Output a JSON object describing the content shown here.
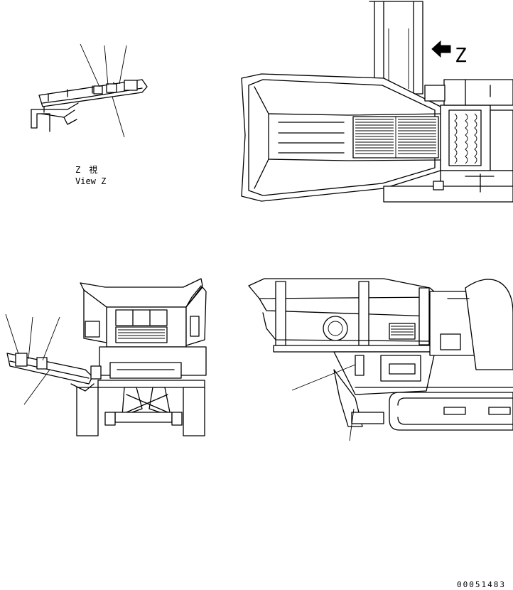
{
  "view_label_jp": "Z　視",
  "view_label_en": "View Z",
  "arrow_label": "Z",
  "drawing_number": "00051483",
  "icons": {
    "view_arrow": "left-arrow-icon"
  }
}
